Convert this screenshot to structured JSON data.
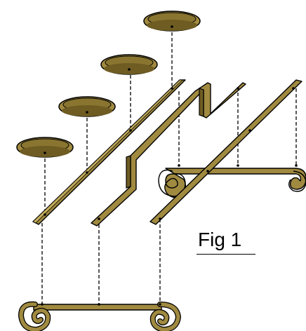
{
  "caption": "Fig 1",
  "colors": {
    "metal": "#A08A40",
    "metal_dark": "#6E5C22",
    "metal_light": "#C2AB5C",
    "outline": "#000000",
    "guide": "#000000",
    "background": "#FFFFFF"
  },
  "parts": {
    "dishes": [
      "dish-1",
      "dish-2",
      "dish-3",
      "dish-4"
    ],
    "bars": [
      "diagonal-bar-left",
      "stepped-bar-middle",
      "diagonal-bar-right"
    ],
    "feet": [
      "scroll-foot-front",
      "scroll-foot-back"
    ],
    "guides": "dashed-assembly-lines"
  }
}
